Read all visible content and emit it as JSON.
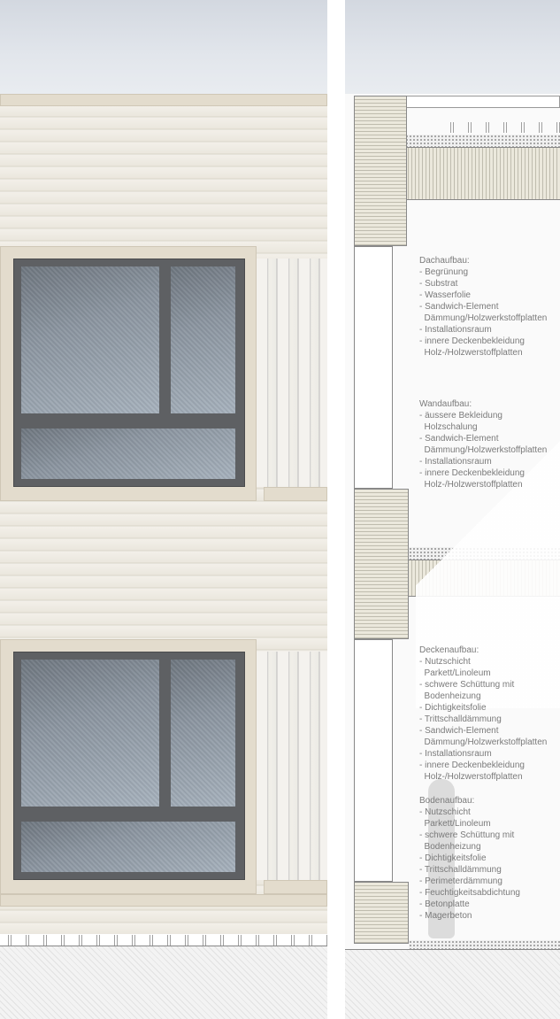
{
  "title": "Fassadenschnitt / Ansicht",
  "notes": [
    {
      "heading": "Dachaufbau:",
      "lines": [
        "- Begrünung",
        "- Substrat",
        "- Wasserfolie",
        "- Sandwich-Element",
        "  Dämmung/Holzwerkstoffplatten",
        "- Installationsraum",
        "- innere Deckenbekleidung",
        "  Holz-/Holzwerstoffplatten"
      ]
    },
    {
      "heading": "Wandaufbau:",
      "lines": [
        "- äussere Bekleidung",
        "  Holzschalung",
        "- Sandwich-Element",
        "  Dämmung/Holzwerkstoffplatten",
        "- Installationsraum",
        "- innere Deckenbekleidung",
        "  Holz-/Holzwerstoffplatten"
      ]
    },
    {
      "heading": "Deckenaufbau:",
      "lines": [
        "- Nutzschicht",
        "  Parkett/Linoleum",
        "- schwere Schüttung mit",
        "  Bodenheizung",
        "- Dichtigkeitsfolie",
        "- Trittschalldämmung",
        "- Sandwich-Element",
        "  Dämmung/Holzwerkstoffplatten",
        "- Installationsraum",
        "- innere Deckenbekleidung",
        "  Holz-/Holzwerstoffplatten"
      ]
    },
    {
      "heading": "Bodenaufbau:",
      "lines": [
        "- Nutzschicht",
        "  Parkett/Linoleum",
        "- schwere Schüttung mit",
        "  Bodenheizung",
        "- Dichtigkeitsfolie",
        "- Trittschalldämmung",
        "- Perimeterdämmung",
        "- Feuchtigkeitsabdichtung",
        "- Betonplatte",
        "- Magerbeton"
      ]
    }
  ],
  "colors": {
    "frame": "#5e6063",
    "wood": "#e3dccd",
    "text": "#7a7a7a"
  }
}
